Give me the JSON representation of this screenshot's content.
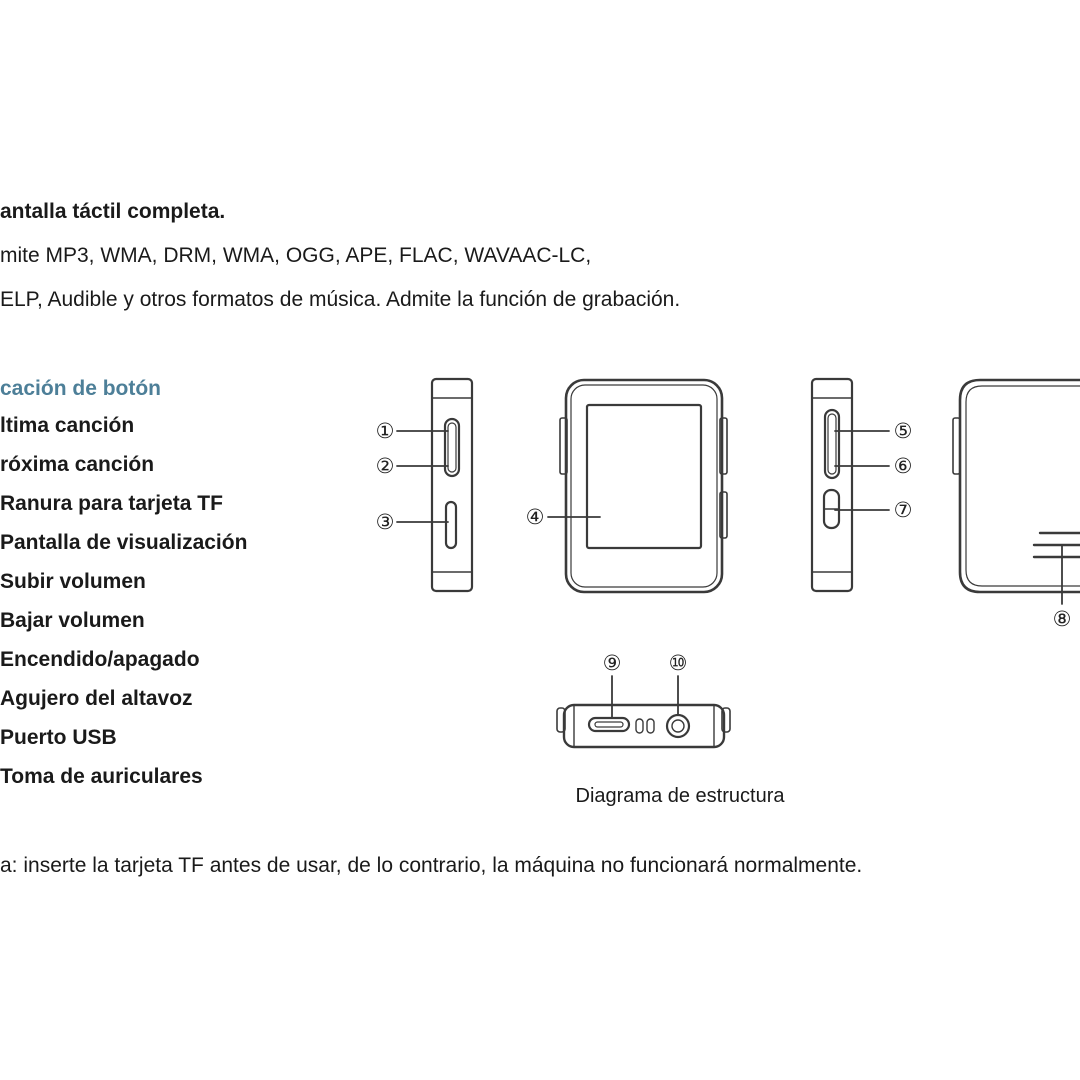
{
  "intro": {
    "line1": "antalla táctil completa.",
    "line2": "mite MP3, WMA, DRM, WMA, OGG, APE, FLAC, WAVAAC-LC,",
    "line3": "ELP, Audible y otros formatos de música. Admite la función de grabación."
  },
  "buttons": {
    "heading": "cación de botón",
    "items": [
      "ltima canción",
      "róxima canción",
      "Ranura para tarjeta TF",
      "Pantalla de visualización",
      "Subir volumen",
      "Bajar volumen",
      "Encendido/apagado",
      "Agujero del altavoz",
      "Puerto USB",
      " Toma de auriculares"
    ]
  },
  "diagram": {
    "caption": "Diagrama de estructura",
    "callouts": [
      "①",
      "②",
      "③",
      "④",
      "⑤",
      "⑥",
      "⑦",
      "⑧",
      "⑨",
      "⑩"
    ]
  },
  "note": "a: inserte la tarjeta TF antes de usar, de lo contrario, la máquina no funcionará normalmente."
}
